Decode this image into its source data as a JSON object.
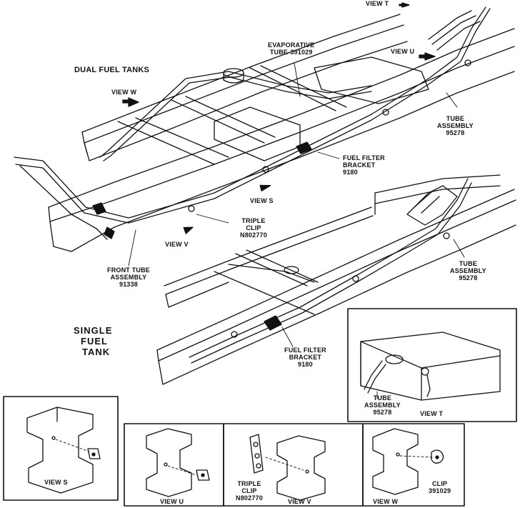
{
  "headings": {
    "dual": "DUAL FUEL TANKS",
    "single": [
      "SINGLE",
      "FUEL",
      "TANK"
    ]
  },
  "callouts": {
    "evap": [
      "EVAPORATIVE",
      "TUBE-391029"
    ],
    "tube_upper": [
      "TUBE",
      "ASSEMBLY",
      "95278"
    ],
    "filter_upper": [
      "FUEL FILTER",
      "BRACKET",
      "9180"
    ],
    "triple_clip": [
      "TRIPLE",
      "CLIP",
      "N802770"
    ],
    "front_tube": [
      "FRONT TUBE",
      "ASSEMBLY",
      "91338"
    ],
    "tube_lower": [
      "TUBE",
      "ASSEMBLY",
      "95278"
    ],
    "filter_lower": [
      "FUEL FILTER",
      "BRACKET",
      "9180"
    ],
    "tube_inset": [
      "TUBE",
      "ASSEMBLY",
      "95278"
    ],
    "triple_inset": [
      "TRIPLE",
      "CLIP",
      "N802770"
    ],
    "clip_inset": [
      "CLIP",
      "391029"
    ]
  },
  "views": {
    "t_arrow": "VIEW T",
    "u_arrow": "VIEW U",
    "w_arrow": "VIEW W",
    "s_arrow": "VIEW S",
    "v_arrow": "VIEW V",
    "s_box": "VIEW S",
    "u_box": "VIEW U",
    "v_box": "VIEW V",
    "w_box": "VIEW W",
    "t_box": "VIEW T"
  }
}
